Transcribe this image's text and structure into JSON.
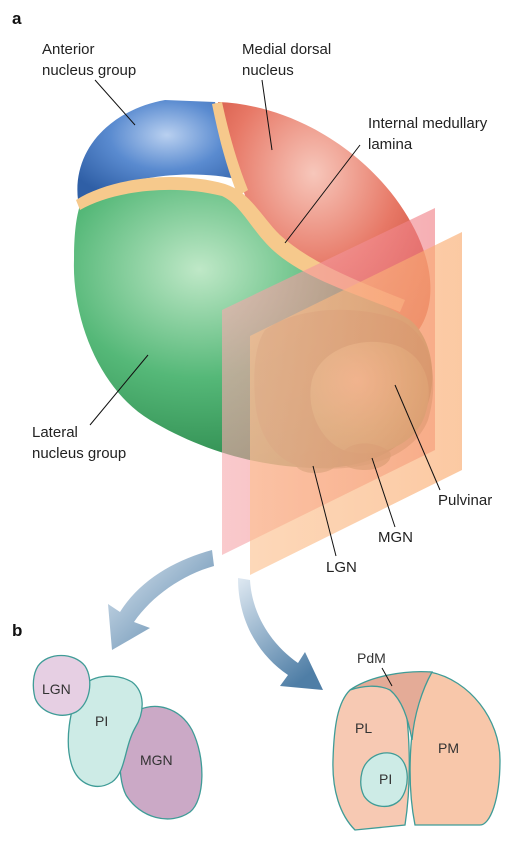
{
  "panels": {
    "a": "a",
    "b": "b"
  },
  "labels_a": {
    "anterior_1": "Anterior",
    "anterior_2": "nucleus group",
    "medial_1": "Medial dorsal",
    "medial_2": "nucleus",
    "internal_1": "Internal medullary",
    "internal_2": "lamina",
    "lateral_1": "Lateral",
    "lateral_2": "nucleus group",
    "pulvinar": "Pulvinar",
    "mgn": "MGN",
    "lgn": "LGN"
  },
  "labels_b_left": {
    "lgn": "LGN",
    "pi": "PI",
    "mgn": "MGN"
  },
  "labels_b_right": {
    "pdm": "PdM",
    "pl": "PL",
    "pi": "PI",
    "pm": "PM"
  },
  "colors": {
    "anterior": "#4f7fc4",
    "medial": "#e06a5a",
    "lamina": "#f5c98a",
    "lateral": "#3aa861",
    "pulvinar": "#5cc07a",
    "plane_pink": "#f39aa0",
    "plane_orange": "#fbb27a",
    "arrow": "#5c89ad",
    "lgn_fill": "#e6cfe3",
    "pi_fill": "#cdebe6",
    "mgn_fill": "#cba9c6",
    "outline": "#3f9c97",
    "pdm_fill": "#e4ab97",
    "pl_fill": "#f7c9b3",
    "pm_fill": "#f8c7aa"
  }
}
